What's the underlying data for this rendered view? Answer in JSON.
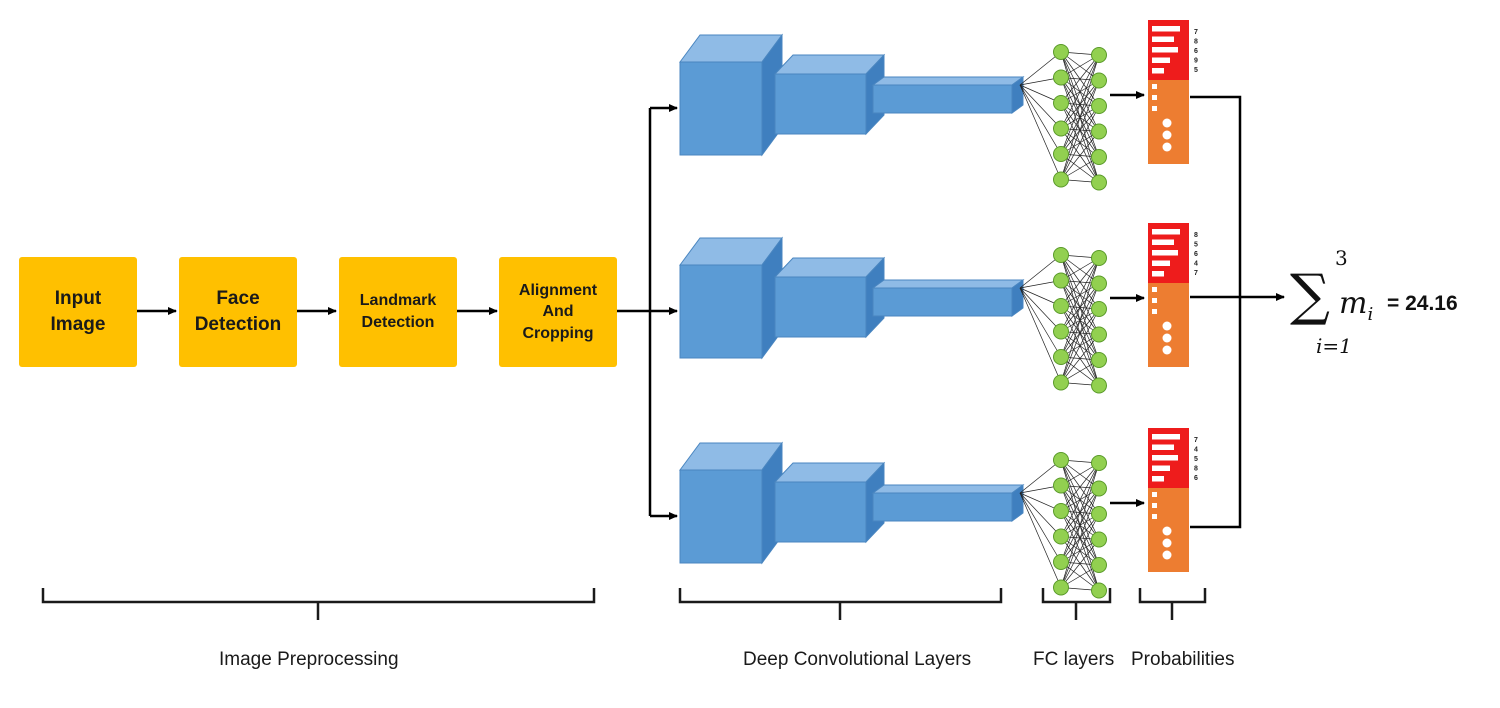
{
  "stages": [
    {
      "label": "Input\nImage"
    },
    {
      "label": "Face\nDetection"
    },
    {
      "label": "Landmark\nDetection"
    },
    {
      "label": "Alignment\nAnd\nCropping"
    }
  ],
  "sections": {
    "preprocessing": "Image Preprocessing",
    "conv": "Deep Convolutional Layers",
    "fc": "FC layers",
    "prob": "Probabilities"
  },
  "models": [
    {
      "digits": [
        "7",
        "8",
        "6",
        "9",
        "5"
      ]
    },
    {
      "digits": [
        "8",
        "5",
        "6",
        "4",
        "7"
      ]
    },
    {
      "digits": [
        "7",
        "4",
        "5",
        "8",
        "6"
      ]
    }
  ],
  "formula": {
    "upper": "3",
    "lower": "i=1",
    "term": "m",
    "subscript": "i",
    "result": "= 24.16"
  },
  "colors": {
    "stage": "#ffc000",
    "conv_front": "#5b9bd5",
    "conv_top": "#8fbbe6",
    "conv_side": "#3f7fbf",
    "fc_node": "#92d050",
    "prob_top": "#ee1c1c",
    "prob_bottom": "#ed7d31"
  }
}
